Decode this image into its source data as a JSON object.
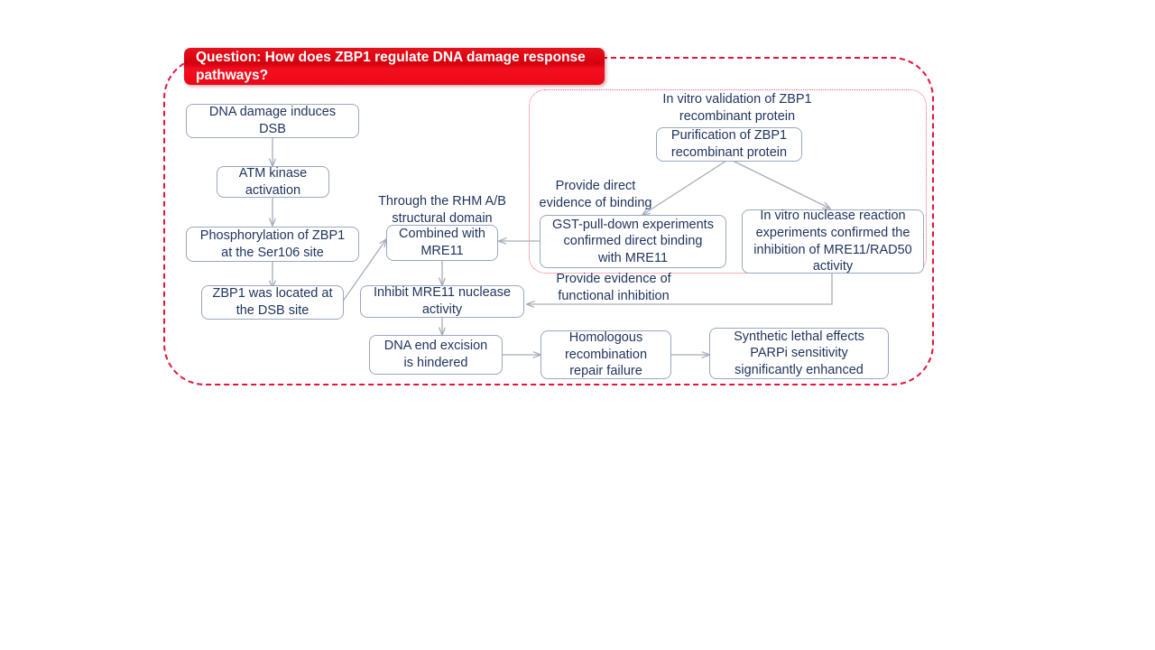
{
  "banner": {
    "text": "Question: How does ZBP1 regulate DNA damage response pathways?"
  },
  "regions": {
    "outer_label": "main-pathway-region",
    "inner_label": "In vitro validation of ZBP1\nrecombinant protein"
  },
  "colors": {
    "banner_red": "#e8121c",
    "outer_dashed": "#e8113c",
    "inner_dotted": "#f0607e",
    "node_border": "#9aa7bd",
    "node_text": "#21355f",
    "connector": "#a6acb8"
  },
  "nodes": [
    {
      "id": "dna-damage-induces-dsb",
      "text": "DNA damage induces\nDSB"
    },
    {
      "id": "atm-kinase-activation",
      "text": "ATM kinase\nactivation"
    },
    {
      "id": "phosphorylation-zbp1-ser106",
      "text": "Phosphorylation of ZBP1\nat the Ser106 site"
    },
    {
      "id": "zbp1-located-dsb-site",
      "text": "ZBP1 was located at\nthe DSB site"
    },
    {
      "id": "combined-with-mre11",
      "text": "Combined with\nMRE11"
    },
    {
      "id": "inhibit-mre11-nuclease",
      "text": "Inhibit MRE11 nuclease\nactivity"
    },
    {
      "id": "dna-end-excision-hindered",
      "text": "DNA end excision\nis hindered"
    },
    {
      "id": "homologous-recombination",
      "text": "Homologous\nrecombination\nrepair failure"
    },
    {
      "id": "synthetic-lethal-parpi",
      "text": "Synthetic lethal effects\nPARPi sensitivity\nsignificantly enhanced"
    },
    {
      "id": "purification-zbp1-protein",
      "text": "Purification of ZBP1\nrecombinant protein"
    },
    {
      "id": "gst-pull-down",
      "text": "GST-pull-down experiments\nconfirmed direct binding\nwith MRE11"
    },
    {
      "id": "in-vitro-nuclease-reaction",
      "text": "In vitro nuclease reaction\nexperiments confirmed the\ninhibition of MRE11/RAD50\nactivity"
    }
  ],
  "edge_labels": [
    {
      "id": "rhm-structural-domain",
      "text": "Through the RHM A/B\nstructural domain"
    },
    {
      "id": "provide-direct-evidence",
      "text": "Provide direct\nevidence of binding"
    },
    {
      "id": "provide-functional-evidence",
      "text": "Provide evidence of\nfunctional inhibition"
    }
  ]
}
